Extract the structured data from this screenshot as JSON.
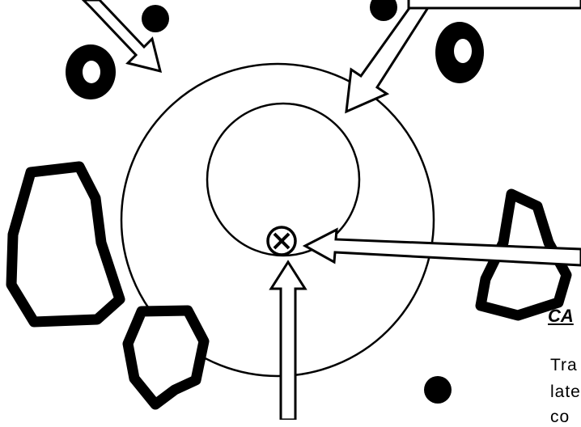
{
  "caption": {
    "heading": "CA",
    "lines": [
      "Tra",
      "late",
      "co"
    ]
  }
}
